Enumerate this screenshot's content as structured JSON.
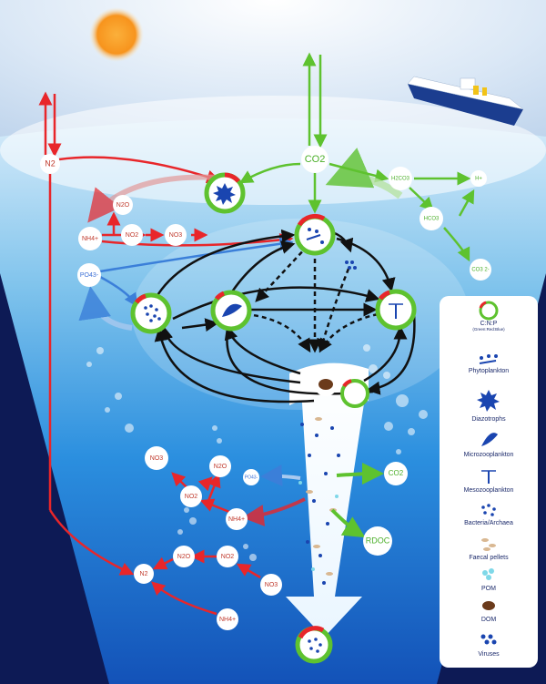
{
  "atmosphere": {
    "n2": "N2",
    "co2": "CO2"
  },
  "surface_nodes": {
    "n2o": "N2O",
    "nh4": "NH4+",
    "no2": "NO2",
    "no3": "NO3",
    "po4": "PO43-",
    "h2co3": "H2CO3",
    "h_plus": "H+",
    "hco3": "HCO3",
    "co3": "CO3 2-"
  },
  "deep_nodes": {
    "no3": "NO3",
    "n2o_top": "N2O",
    "no2_top": "NO2",
    "nh4_mid": "NH4+",
    "po4": "PO43-",
    "co2": "CO2",
    "rdoc": "RDOC",
    "n2": "N2",
    "n2o_low": "N2O",
    "no2_low": "NO2",
    "no3_low": "NO3",
    "nh4_low": "NH4+"
  },
  "legend": {
    "cnp": "C:N:P",
    "cnp_sub": "(Green:Red:Blue)",
    "phytoplankton": "Phytoplankton",
    "diazotrophs": "Diazotrophs",
    "microzooplankton": "Microzooplankton",
    "mesozooplankton": "Mesozooplankton",
    "bacteria": "Bacteria/Archaea",
    "faecal": "Faecal pellets",
    "pom": "POM",
    "dom": "DOM",
    "viruses": "Viruses"
  },
  "colors": {
    "nitrogen": "#e8262a",
    "carbon": "#5ec22f",
    "phosphorus": "#3b7fd9",
    "food_web": "#111111",
    "ocean_deep": "#0d1a55"
  }
}
